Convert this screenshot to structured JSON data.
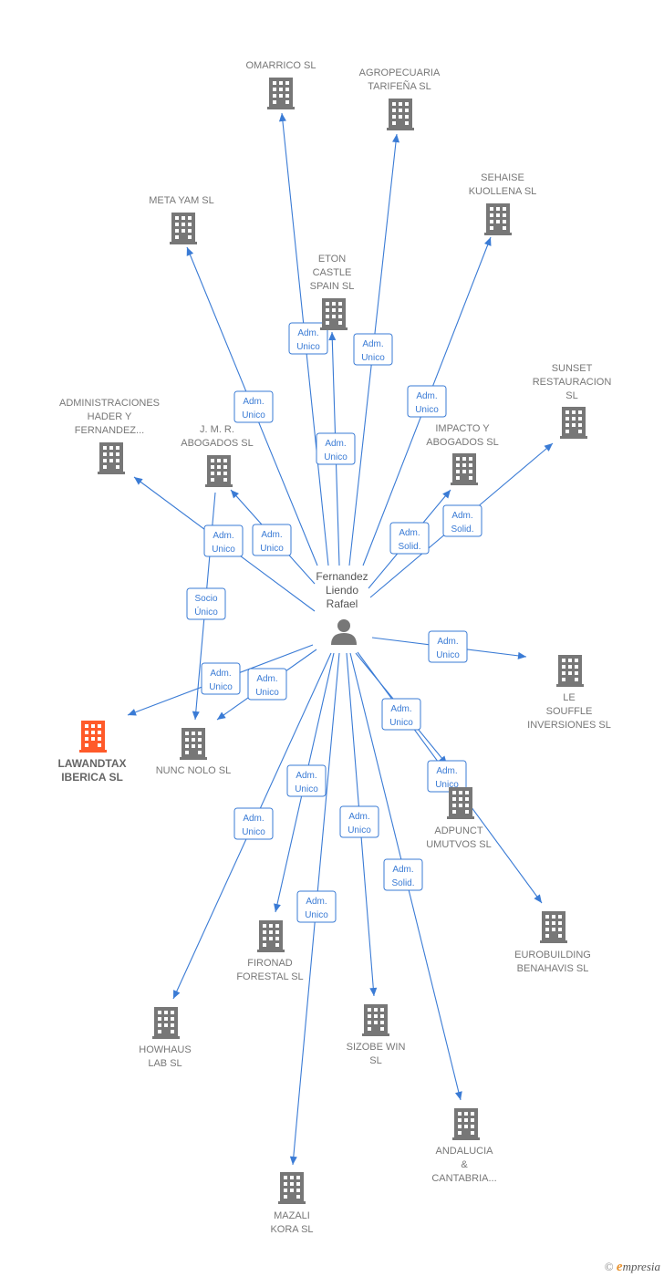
{
  "colors": {
    "accent": "#3a7bd5",
    "node": "#777777",
    "highlight": "#ff5a2a"
  },
  "person": {
    "name_lines": [
      "Fernandez",
      "Liendo",
      "Rafael"
    ],
    "icon": "person-icon"
  },
  "roles": {
    "adm_unico": [
      "Adm.",
      "Unico"
    ],
    "adm_solid": [
      "Adm.",
      "Solid."
    ],
    "socio_unico": [
      "Socio",
      "Único"
    ]
  },
  "companies": [
    {
      "id": "omarrico",
      "lines": [
        "OMARRICO  SL"
      ]
    },
    {
      "id": "agropecuaria",
      "lines": [
        "AGROPECUARIA",
        "TARIFEÑA  SL"
      ]
    },
    {
      "id": "sehaise",
      "lines": [
        "SEHAISE",
        "KUOLLENA  SL"
      ]
    },
    {
      "id": "metayam",
      "lines": [
        "META YAM  SL"
      ]
    },
    {
      "id": "eton",
      "lines": [
        "ETON",
        "CASTLE",
        "SPAIN  SL"
      ]
    },
    {
      "id": "sunset",
      "lines": [
        "SUNSET",
        "RESTAURACION",
        "SL"
      ]
    },
    {
      "id": "administraciones",
      "lines": [
        "ADMINISTRACIONES",
        "HADER Y",
        "FERNANDEZ..."
      ]
    },
    {
      "id": "jmr",
      "lines": [
        "J.  M.  R.",
        "ABOGADOS SL"
      ]
    },
    {
      "id": "impacto",
      "lines": [
        "IMPACTO Y",
        "ABOGADOS SL"
      ]
    },
    {
      "id": "lesouffle",
      "lines": [
        "LE",
        "SOUFFLE",
        "INVERSIONES SL"
      ]
    },
    {
      "id": "lawandtax",
      "lines": [
        "LAWANDTAX",
        "IBERICA  SL"
      ],
      "highlight": true
    },
    {
      "id": "nuncnolo",
      "lines": [
        "NUNC NOLO SL"
      ]
    },
    {
      "id": "adpunct",
      "lines": [
        "ADPUNCT",
        "UMUTVOS  SL"
      ]
    },
    {
      "id": "eurobuilding",
      "lines": [
        "EUROBUILDING",
        "BENAHAVIS  SL"
      ]
    },
    {
      "id": "fironad",
      "lines": [
        "FIRONAD",
        "FORESTAL  SL"
      ]
    },
    {
      "id": "howhaus",
      "lines": [
        "HOWHAUS",
        "LAB  SL"
      ]
    },
    {
      "id": "sizobe",
      "lines": [
        "SIZOBE WIN",
        "SL"
      ]
    },
    {
      "id": "andalucia",
      "lines": [
        "ANDALUCIA",
        "&",
        "CANTABRIA..."
      ]
    },
    {
      "id": "mazali",
      "lines": [
        "MAZALI",
        "KORA  SL"
      ]
    }
  ],
  "relations": [
    {
      "target": "omarrico",
      "role": "adm_unico"
    },
    {
      "target": "agropecuaria",
      "role": "adm_unico"
    },
    {
      "target": "sehaise",
      "role": "adm_unico"
    },
    {
      "target": "metayam",
      "role": "adm_unico"
    },
    {
      "target": "eton",
      "role": "adm_unico"
    },
    {
      "target": "sunset",
      "role": "adm_solid"
    },
    {
      "target": "administraciones",
      "role": "adm_unico"
    },
    {
      "target": "jmr",
      "role": "adm_unico"
    },
    {
      "target": "impacto",
      "role": "adm_solid"
    },
    {
      "target": "lesouffle",
      "role": "adm_unico"
    },
    {
      "target": "lawandtax",
      "role": "adm_unico"
    },
    {
      "target": "nuncnolo",
      "role": "adm_unico"
    },
    {
      "target": "nuncnolo",
      "role": "socio_unico",
      "from": "jmr"
    },
    {
      "target": "adpunct",
      "role": "adm_unico"
    },
    {
      "target": "eurobuilding",
      "role": "adm_unico"
    },
    {
      "target": "fironad",
      "role": "adm_unico"
    },
    {
      "target": "howhaus",
      "role": "adm_unico"
    },
    {
      "target": "sizobe",
      "role": "adm_unico"
    },
    {
      "target": "andalucia",
      "role": "adm_solid"
    },
    {
      "target": "mazali",
      "role": "adm_unico"
    }
  ],
  "footer": {
    "copyright": "©",
    "brand_initial": "e",
    "brand_rest": "mpresia"
  }
}
